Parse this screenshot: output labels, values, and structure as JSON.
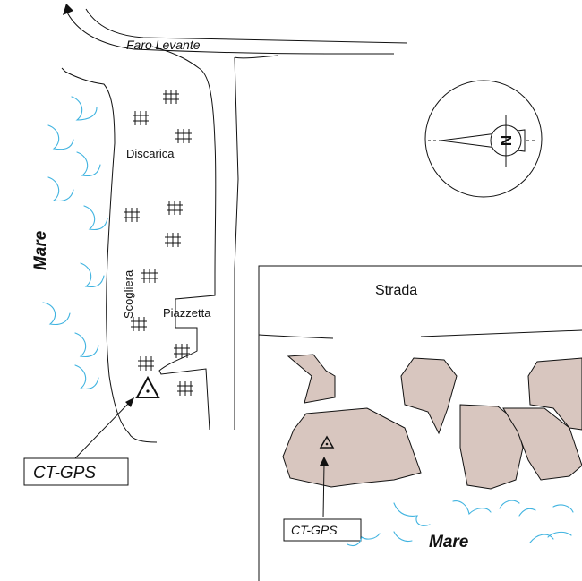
{
  "map": {
    "labels": {
      "faro_levante": "Faro Levante",
      "discarica": "Discarica",
      "scogliera": "Scogliera",
      "piazzetta": "Piazzetta",
      "mare_left": "Mare",
      "strada": "Strada",
      "mare_inset": "Mare",
      "north": "N"
    },
    "markers": {
      "gps_main": "CT-GPS",
      "gps_inset": "CT-GPS"
    },
    "colors": {
      "ink": "#111111",
      "sea_waves": "#3fb3e0",
      "rocks_fill": "#d8c6bf"
    }
  }
}
